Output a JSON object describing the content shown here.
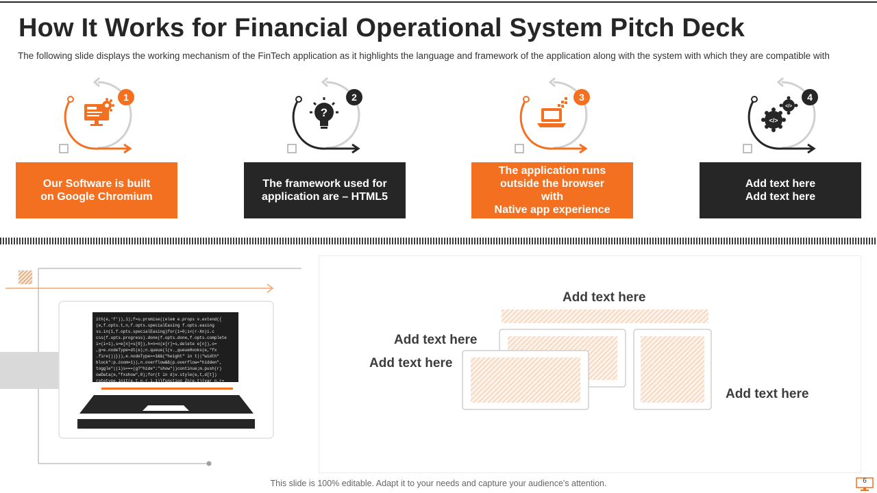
{
  "slide": {
    "title": "How It Works for Financial Operational System Pitch Deck",
    "subtitle": "The following slide displays the working mechanism of the FinTech application as it highlights the language and framework of the application along with the system with which they are compatible with",
    "footer": "This slide is 100% editable. Adapt it to your needs and capture your audience's attention.",
    "page_number": "6"
  },
  "steps": [
    {
      "number": "1",
      "icon": "monitor-gear-icon",
      "lines": [
        "Our Software is built",
        "on Google Chromium"
      ],
      "color": "#f37021"
    },
    {
      "number": "2",
      "icon": "lightbulb-question-icon",
      "lines": [
        "The framework used for",
        "application are – HTML5"
      ],
      "color": "#262626"
    },
    {
      "number": "3",
      "icon": "laptop-icon",
      "lines": [
        "The application runs",
        "outside the browser with",
        "Native app experience"
      ],
      "color": "#f37021"
    },
    {
      "number": "4",
      "icon": "code-gears-icon",
      "lines": [
        "Add text here",
        "Add text here"
      ],
      "color": "#262626"
    }
  ],
  "panel": {
    "labels": [
      "Add text here",
      "Add text here",
      "Add text here",
      "Add text here"
    ]
  },
  "colors": {
    "accent": "#f37021",
    "dark": "#262626",
    "hatch": "#f5d6c0"
  }
}
